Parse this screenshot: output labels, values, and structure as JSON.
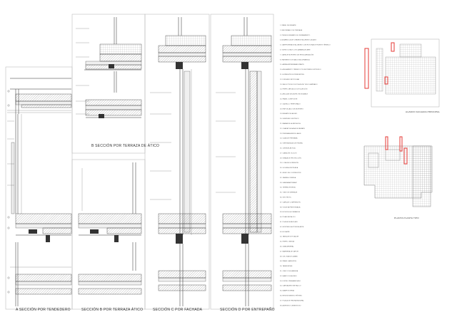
{
  "sheet": {
    "panels": [
      {
        "id": "a",
        "caption": "A SECCIÓN POR TENDEDERO"
      },
      {
        "id": "b",
        "caption": "SECCIÓN B POR TERRAZA ÁTICO"
      },
      {
        "id": "b-upper",
        "caption": "B SECCIÓN POR TERRAZA DE ÁTICO"
      },
      {
        "id": "c",
        "caption": "SECCIÓN C POR FACHADA"
      },
      {
        "id": "d",
        "caption": "SECCIÓN D POR ENTREPAÑO"
      }
    ],
    "legend": {
      "items": [
        "PANEL DE REMATE",
        "REFORMADO DE TERRAZA",
        "PIEZA DE REMATE DE CERRAMIENTO",
        "ALBARDILLA DE CHAPA DE ALUMINIO LACADO",
        "CARPINTERÍA DE ALUMINIO CON ROTURA DE PUENTE TÉRMICO",
        "VIDRIO DOBLE CON CÁMARA DE AIRE",
        "CAPA DE MORTERO DE REGULARIZACIÓN",
        "PAVIMENTO DE BALDOSA CERÁMICA",
        "LÁMINA IMPERMEABILIZANTE",
        "AISLAMIENTO TÉRMICO POLIESTIRENO EXTRUIDO",
        "HORMIGÓN DE PENDIENTES",
        "FORJADO RETICULAR",
        "FALSO TECHO DE PLACA DE YESO LAMINADO",
        "PERFIL METÁLICO DE SUJECIÓN",
        "ANCLAJE DE ACERO INOXIDABLE",
        "PANEL COMPOSITE",
        "LADRILLO PERFORADO",
        "ENFOSCADO DE MORTERO",
        "REMATE DE ALERO",
        "SUMIDERO SIFÓNICO",
        "BARANDILLA METÁLICA",
        "CHAPA PLEGADA DE REMATE",
        "PERSIANA ENROLLABLE",
        "CAJA DE PERSIANA",
        "VIERTEAGUAS DE PIEDRA",
        "JUNTA ELÁSTICA",
        "CANALÓN OCULTO",
        "GRAVA DE PROTECCIÓN",
        "LOSA DE HORMIGÓN",
        "SOLERA VENTILADA",
        "MURO DE CONTENCIÓN",
        "ZAPATA CORRIDA",
        "LÁMINA ANTIRRAÍZ",
        "TIERRA VEGETAL",
        "TUBO DE DRENAJE",
        "GEOTEXTIL",
        "CAPA DE COMPRESIÓN",
        "VIGUETA PRETENSADA",
        "BOVEDILLA CERÁMICA",
        "PILAR METÁLICO",
        "PLACA DE ANCLAJE",
        "MORTERO AUTONIVELANTE",
        "RODAPIÉ",
        "TABIQUE DE PLADUR",
        "PERFIL OMEGA",
        "LANA MINERAL",
        "BARRERA DE VAPOR",
        "CELOSÍA DE LAMAS",
        "PANEL SÁNDWICH",
        "TAPAJUNTAS",
        "CERCO DE MADERA",
        "MARCO DE ACERO",
        "DINTEL PREFABRICADO",
        "CARGADERO METÁLICO",
        "MAMPOSTERÍA",
        "REVESTIMIENTO PÉTREO",
        "PLACA DE PIEDRA NATURAL",
        "ADHESIVO CEMENTOSO"
      ]
    },
    "key_plans": [
      {
        "id": "key-elevation",
        "caption": "ALZADO FACHADA PRINCIPAL"
      },
      {
        "id": "key-plan",
        "caption": "PLANTA PLANTA TIPO"
      }
    ],
    "accent_color": "#e53935",
    "line_color": "#2a2a2a"
  }
}
